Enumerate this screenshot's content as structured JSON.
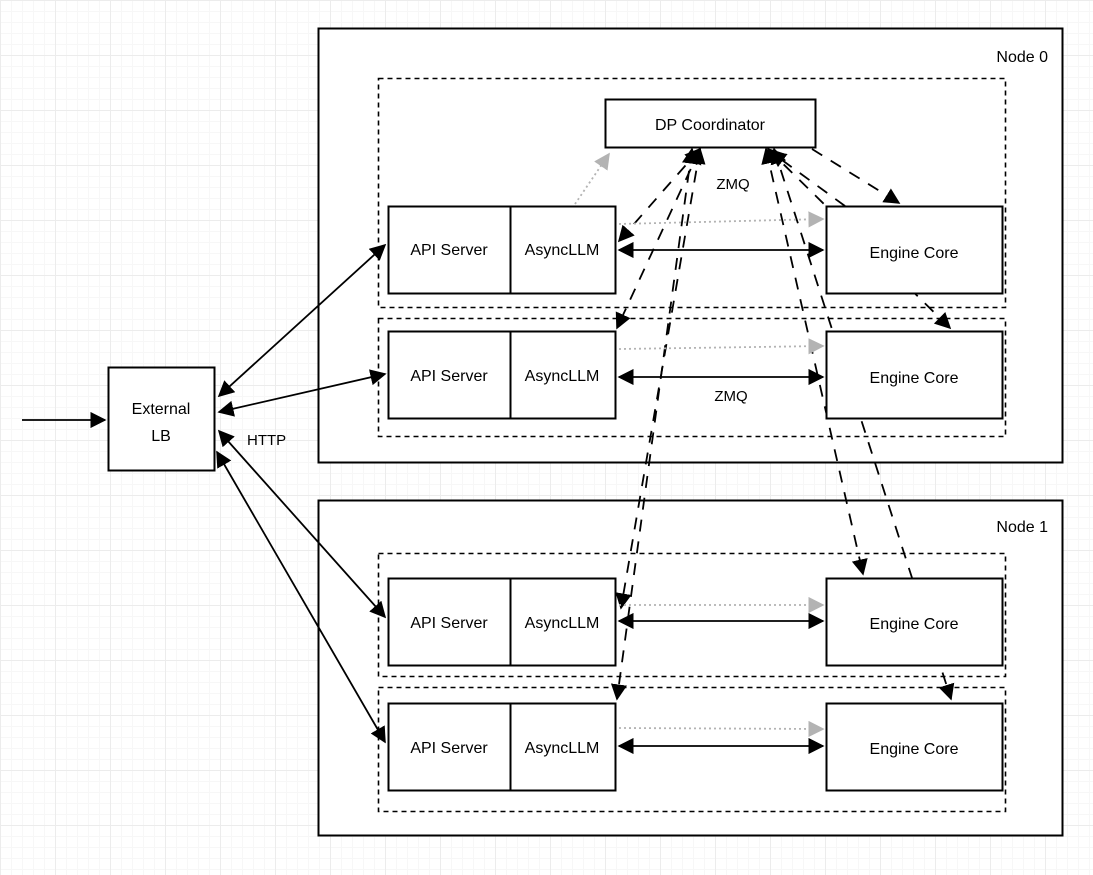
{
  "colors": {
    "line": "#000000",
    "dotted_link": "#b3b3b3",
    "box_fill": "#ffffff",
    "grid_major": "#ececec",
    "grid_minor": "#f7f7f7"
  },
  "external_lb": {
    "line1": "External",
    "line2": "LB"
  },
  "coordinator": {
    "label": "DP Coordinator"
  },
  "edge_labels": {
    "http": "HTTP",
    "zmq_coordinator": "ZMQ",
    "zmq_row": "ZMQ"
  },
  "nodes": [
    {
      "label": "Node 0",
      "rows": [
        {
          "api_server": "API Server",
          "asyncllm": "AsyncLLM",
          "engine_core": "Engine Core"
        },
        {
          "api_server": "API Server",
          "asyncllm": "AsyncLLM",
          "engine_core": "Engine Core"
        }
      ]
    },
    {
      "label": "Node 1",
      "rows": [
        {
          "api_server": "API Server",
          "asyncllm": "AsyncLLM",
          "engine_core": "Engine Core"
        },
        {
          "api_server": "API Server",
          "asyncllm": "AsyncLLM",
          "engine_core": "Engine Core"
        }
      ]
    }
  ]
}
